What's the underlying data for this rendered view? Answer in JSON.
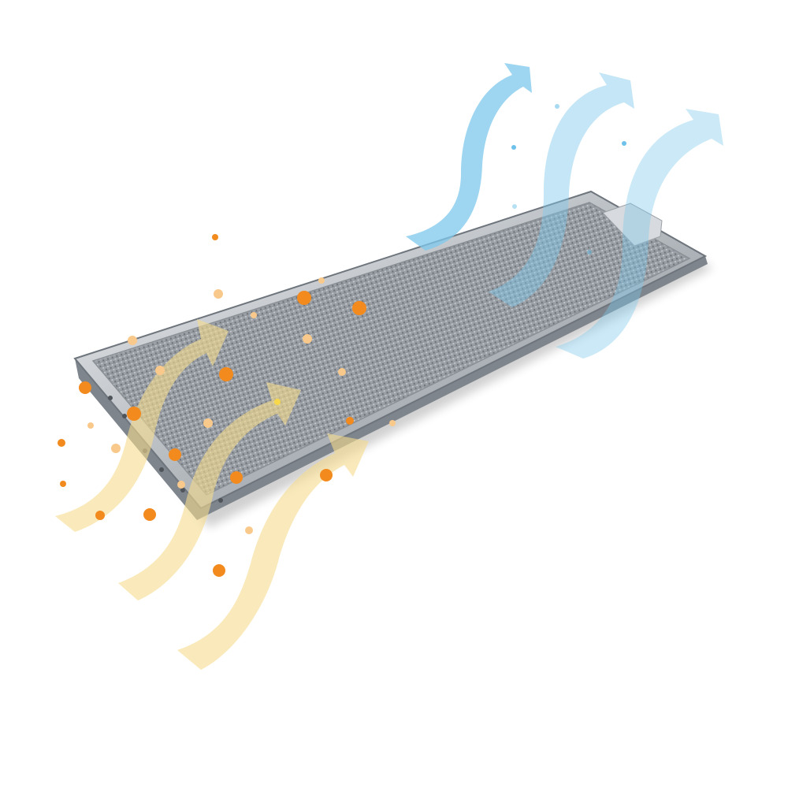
{
  "scene": {
    "subject": "grease-filter-panel",
    "background_color": "#ffffff",
    "colors": {
      "frame_light": "#d9dde1",
      "frame_dark": "#7e858c",
      "mesh_base": "#9aa0a6",
      "mesh_dark": "#6b7177",
      "incoming_air": "#f6dc8e",
      "clean_air": "#7ec8ec",
      "grease_particle": "#f28a1e",
      "grease_particle_light": "#f9c98c",
      "clean_particle": "#6ec1ea"
    },
    "icons": [
      "warm-air-flow-arrow",
      "clean-air-flow-arrow",
      "grease-particle",
      "mesh-filter"
    ]
  }
}
